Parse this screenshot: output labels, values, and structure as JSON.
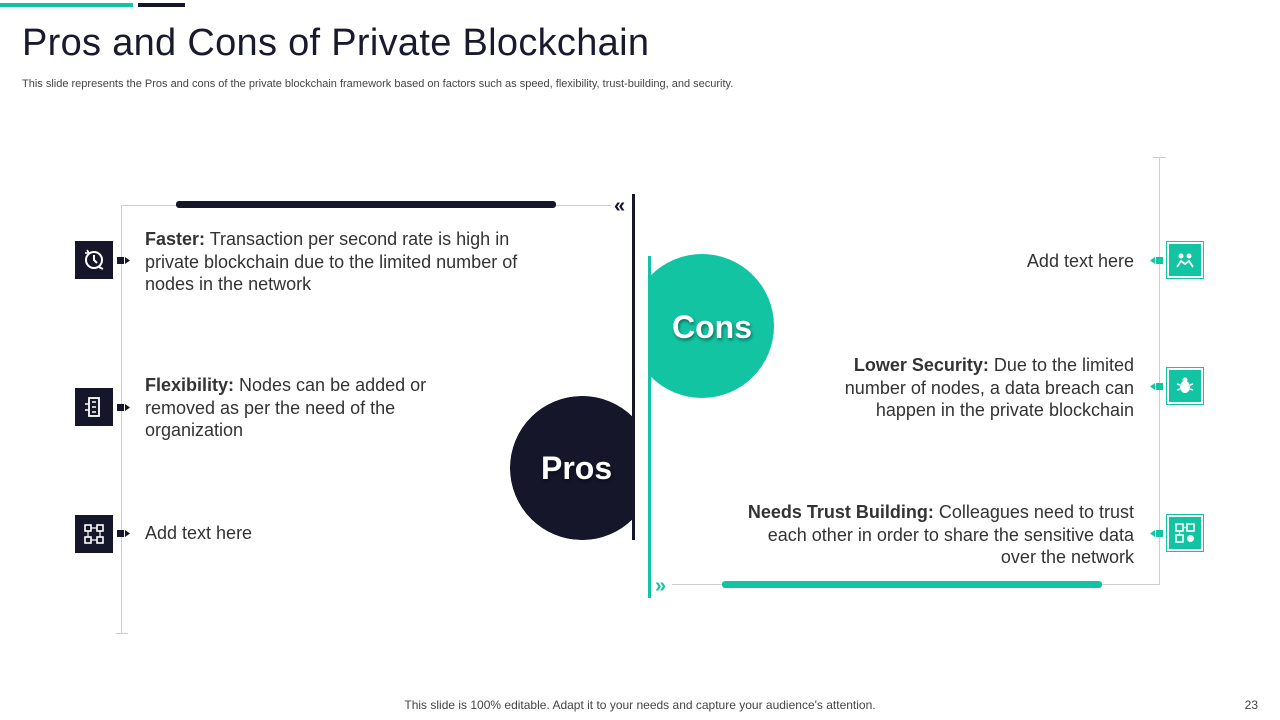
{
  "slide": {
    "title": "Pros and Cons of Private Blockchain",
    "subtitle": "This slide represents the Pros and cons of the private  blockchain framework based on factors such as speed, flexibility, trust-building, and security.",
    "footer": "This slide is 100% editable. Adapt it to your needs and capture your audience's attention.",
    "page_number": "23"
  },
  "colors": {
    "teal": "#13c4a3",
    "navy": "#16162b",
    "text": "#333333"
  },
  "pros": {
    "label": "Pros",
    "chevron": "«",
    "items": [
      {
        "icon": "speed-clock-icon",
        "heading": "Faster:",
        "text": " Transaction per second rate is high in private blockchain due to the limited number of nodes in the network"
      },
      {
        "icon": "blockchain-nodes-icon",
        "heading": "Flexibility:",
        "text": " Nodes can be added or removed as per the need of the organization"
      },
      {
        "icon": "network-grid-icon",
        "heading": "",
        "text": "Add text here"
      }
    ]
  },
  "cons": {
    "label": "Cons",
    "chevron": "»",
    "items": [
      {
        "icon": "handshake-icon",
        "heading": "",
        "text": "Add text here"
      },
      {
        "icon": "security-bug-icon",
        "heading": "Lower Security:",
        "text": " Due to the limited number of nodes, a data breach can happen in the private blockchain"
      },
      {
        "icon": "trust-network-icon",
        "heading": "Needs Trust Building:",
        "text": " Colleagues need to trust each other in order to share the sensitive data over the network"
      }
    ]
  }
}
